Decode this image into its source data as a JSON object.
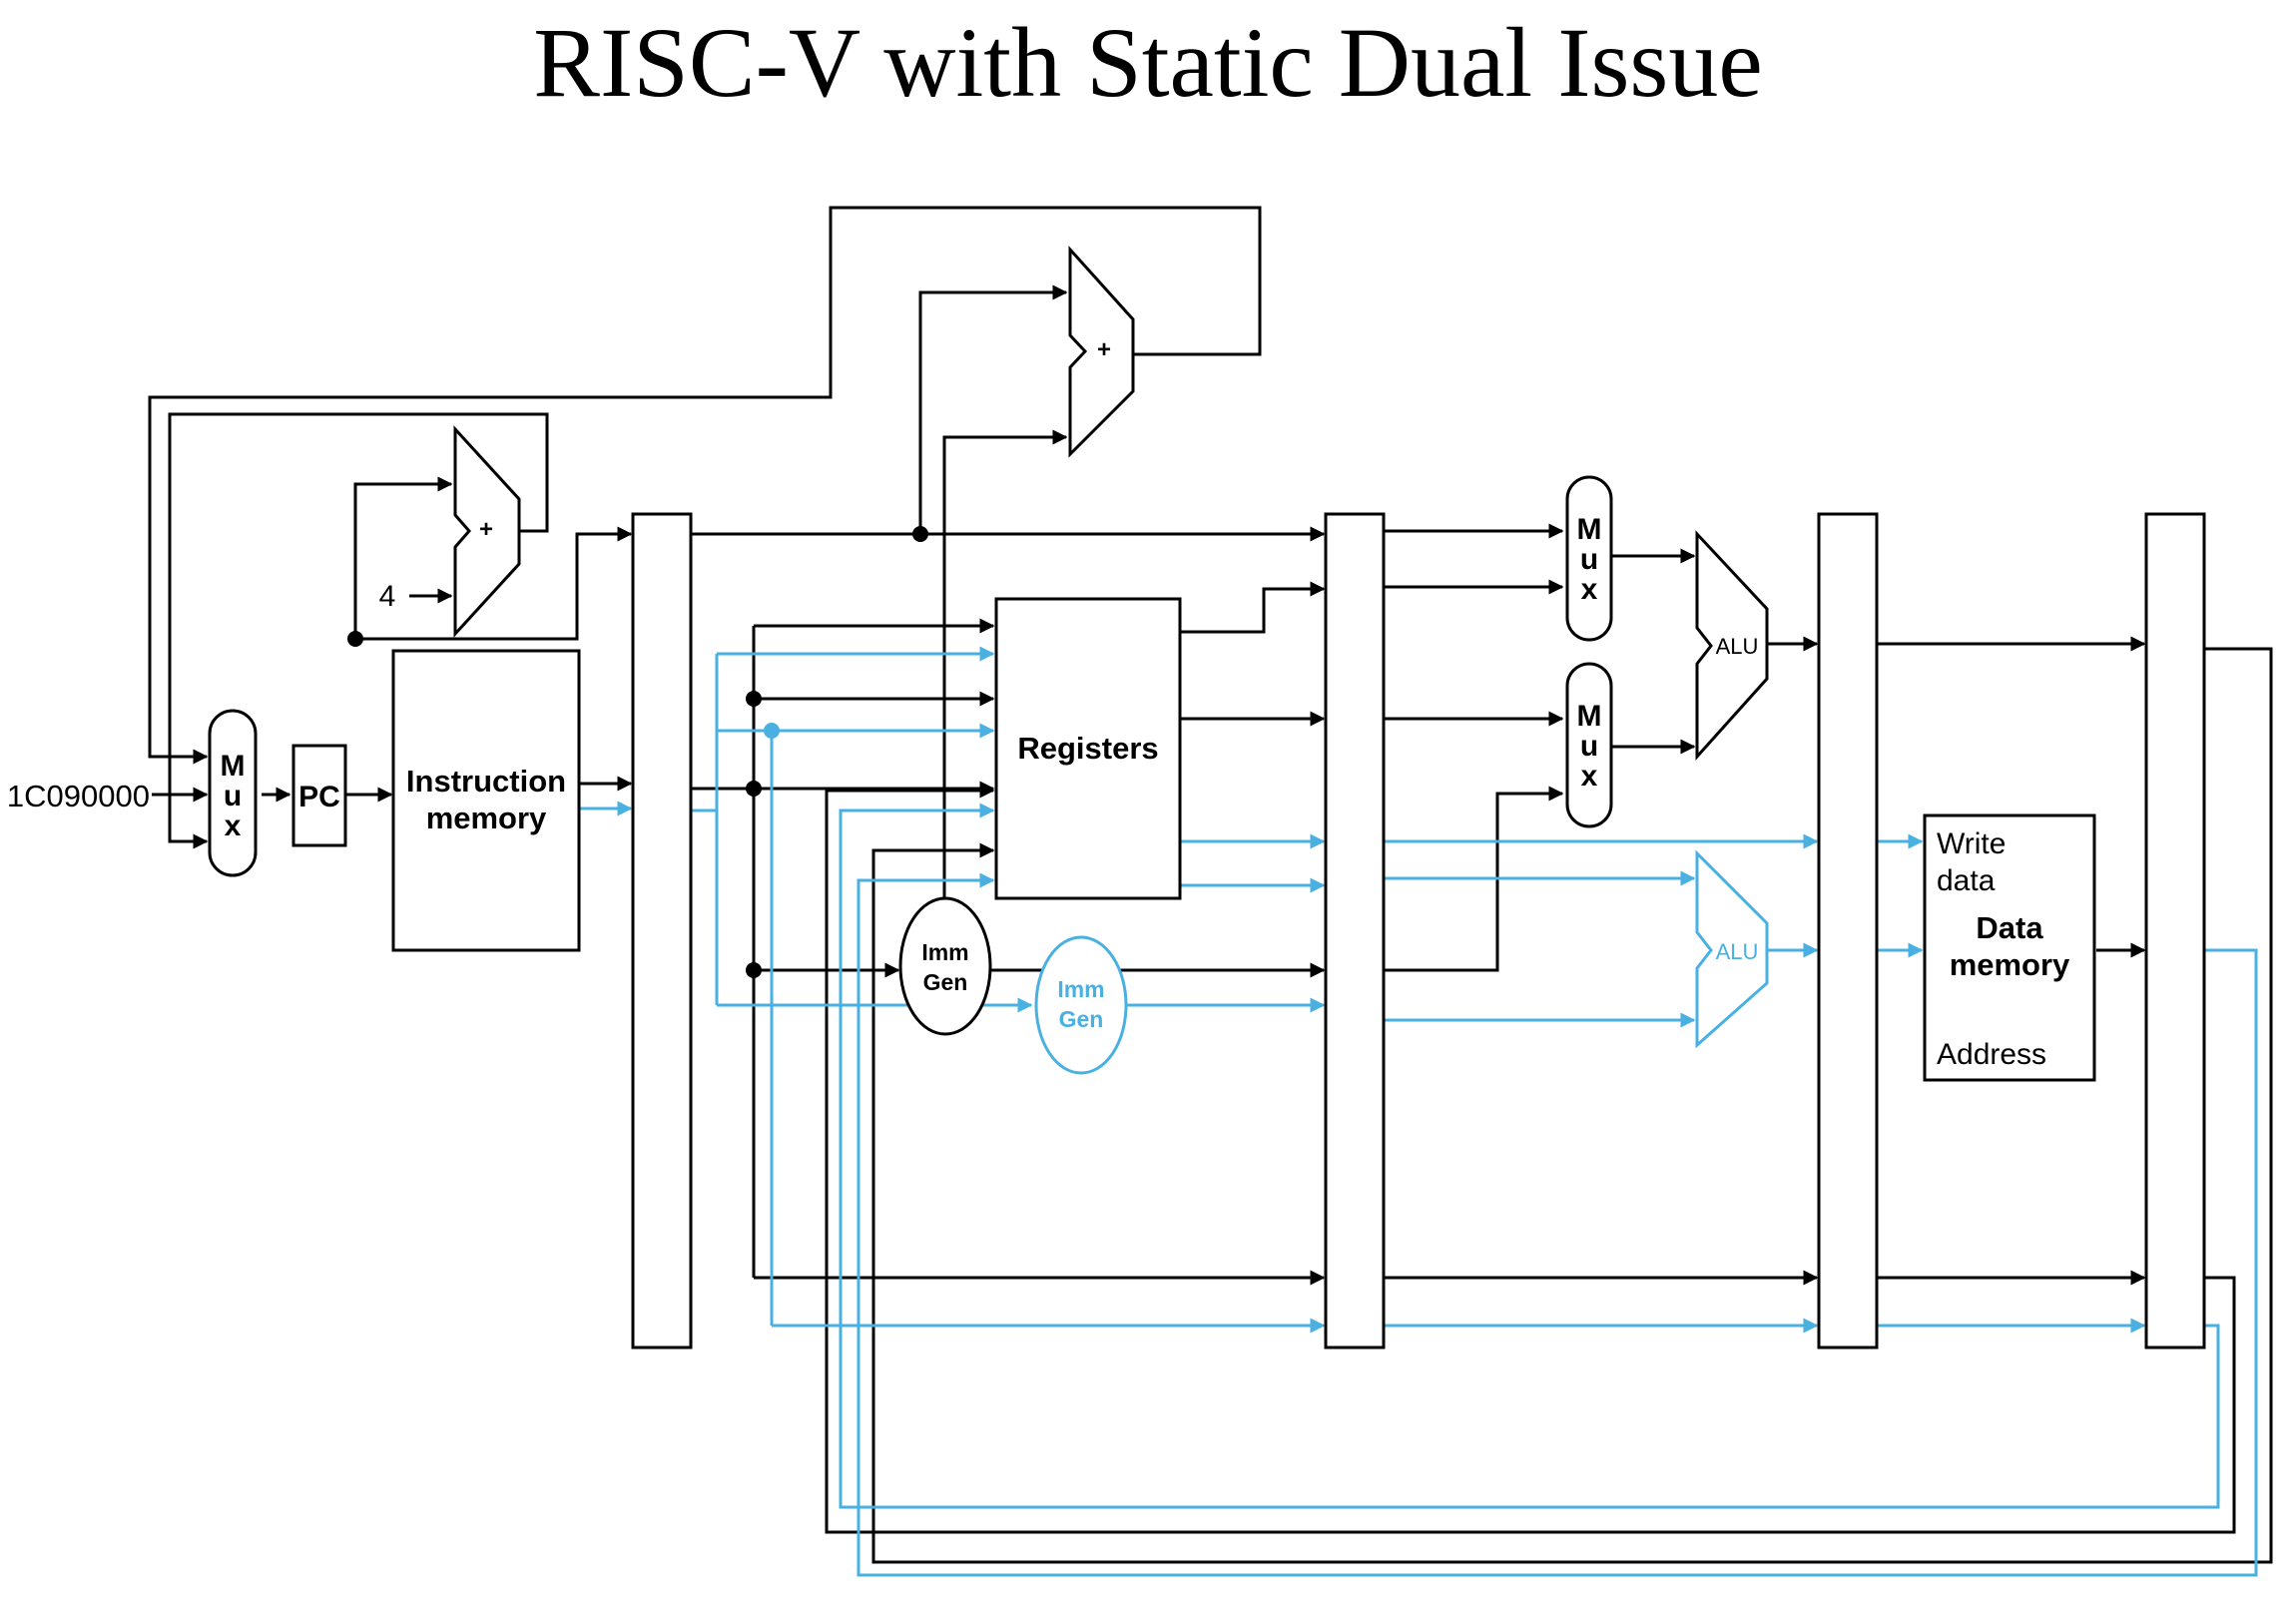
{
  "title": "RISC-V with Static Dual Issue",
  "colors": {
    "black_path": "#000000",
    "blue_path": "#4ab0e2"
  },
  "labels": {
    "pc_input": "1C090000",
    "mux": [
      "M",
      "u",
      "x"
    ],
    "pc": "PC",
    "const_four": "4",
    "adder_plus": "+",
    "instruction_memory": [
      "Instruction",
      "memory"
    ],
    "registers": "Registers",
    "imm_gen": [
      "Imm",
      "Gen"
    ],
    "alu": "ALU",
    "data_memory": [
      "Data",
      "memory"
    ],
    "write_data": [
      "Write",
      "data"
    ],
    "address": "Address"
  }
}
